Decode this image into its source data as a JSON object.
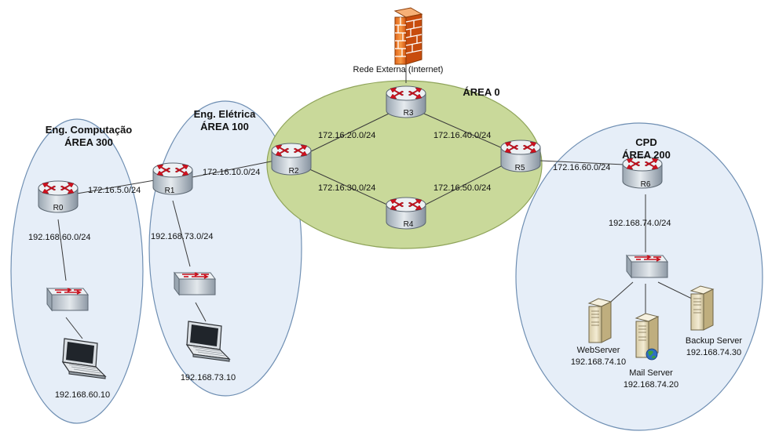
{
  "colors": {
    "area_fill": "#e6eef8",
    "area_stroke": "#6f8fb3",
    "backbone_fill": "#c9d99a",
    "backbone_stroke": "#8fa45a",
    "router_top": "#e9eef2",
    "router_body": "#c5ced6",
    "router_arrow": "#d0101e",
    "firewall": "#f08a2c"
  },
  "areas": {
    "area300": {
      "name": "Eng. Computação",
      "label": "ÁREA 300"
    },
    "area100": {
      "name": "Eng. Elétrica",
      "label": "ÁREA 100"
    },
    "area0": {
      "label": "ÁREA 0"
    },
    "area200": {
      "name": "CPD",
      "label": "ÁREA 200"
    }
  },
  "external": {
    "label": "Rede Externa (Internet)",
    "icon": "firewall-icon"
  },
  "routers": {
    "r0": "R0",
    "r1": "R1",
    "r2": "R2",
    "r3": "R3",
    "r4": "R4",
    "r5": "R5",
    "r6": "R6"
  },
  "networks": {
    "r0_r1": "172.16.5.0/24",
    "r1_r2": "172.16.10.0/24",
    "r2_r3": "172.16.20.0/24",
    "r2_r4": "172.16.30.0/24",
    "r3_r5": "172.16.40.0/24",
    "r4_r5": "172.16.50.0/24",
    "r5_r6": "172.16.60.0/24",
    "r0_lan": "192.168.60.0/24",
    "r1_lan": "192.168.73.0/24",
    "r6_lan": "192.168.74.0/24"
  },
  "hosts": {
    "laptop0": {
      "ip": "192.168.60.10"
    },
    "laptop1": {
      "ip": "192.168.73.10"
    },
    "webserver": {
      "name": "WebServer",
      "ip": "192.168.74.10"
    },
    "mailserver": {
      "name": "Mail Server",
      "ip": "192.168.74.20"
    },
    "backupserver": {
      "name": "Backup Server",
      "ip": "192.168.74.30"
    }
  }
}
